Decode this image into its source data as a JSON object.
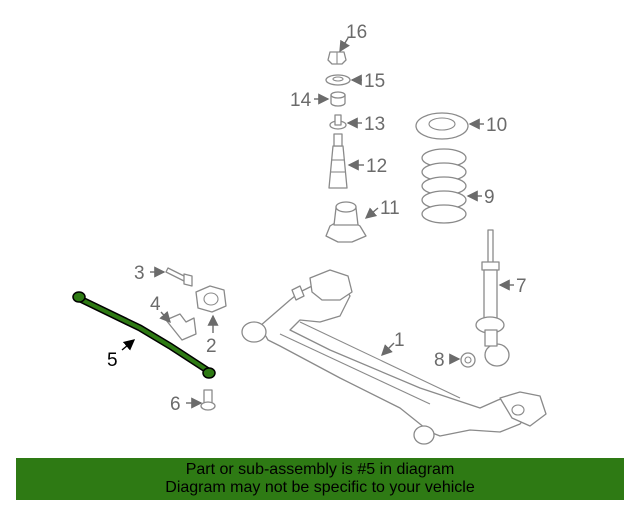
{
  "diagram": {
    "callouts": {
      "c1": "1",
      "c2": "2",
      "c3": "3",
      "c4": "4",
      "c5": "5",
      "c6": "6",
      "c7": "7",
      "c8": "8",
      "c9": "9",
      "c10": "10",
      "c11": "11",
      "c12": "12",
      "c13": "13",
      "c14": "14",
      "c15": "15",
      "c16": "16"
    },
    "highlighted_part": "5",
    "highlight_color": "#2e7a14"
  },
  "banner": {
    "line1": "Part or sub-assembly is #5 in diagram",
    "line2": "Diagram may not be specific to your vehicle",
    "background": "#2e7a14"
  }
}
